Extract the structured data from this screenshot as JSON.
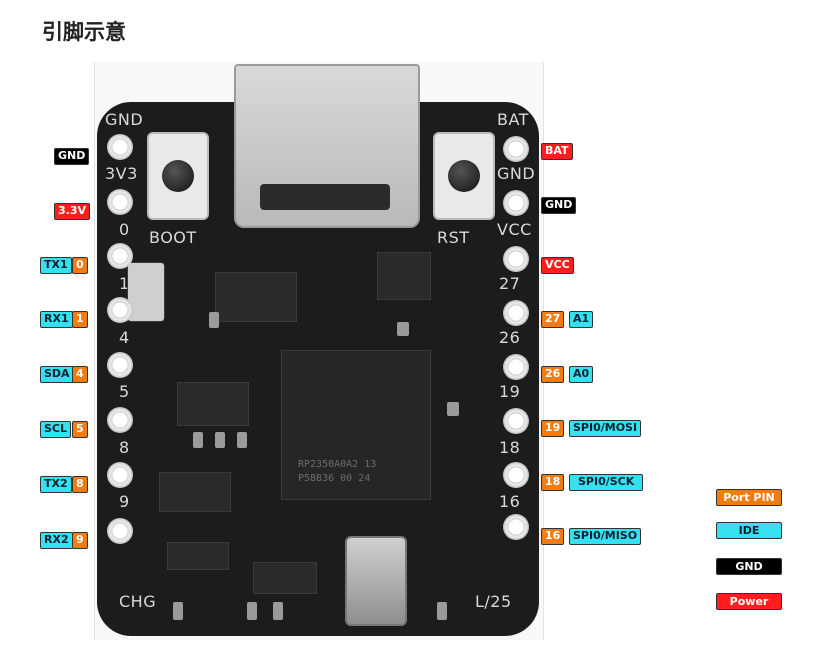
{
  "title": "引脚示意",
  "board": {
    "silk": {
      "gnd_top_left": "GND",
      "v3v3": "3V3",
      "p0": "0",
      "p1": "1",
      "p4": "4",
      "p5": "5",
      "p8": "8",
      "p9": "9",
      "boot": "BOOT",
      "rst": "RST",
      "bat": "BAT",
      "gnd_right": "GND",
      "vcc": "VCC",
      "p27": "27",
      "p26": "26",
      "p19": "19",
      "p18": "18",
      "p16": "16",
      "chg": "CHG",
      "l25": "L/25",
      "mcu_line1": "RP2350A0A2 13",
      "mcu_line2": "P58B36 00 24"
    }
  },
  "left_pins": [
    {
      "labels": [
        {
          "text": "GND",
          "color": "black"
        }
      ]
    },
    {
      "labels": [
        {
          "text": "3.3V",
          "color": "red"
        }
      ]
    },
    {
      "labels": [
        {
          "text": "TX1",
          "color": "cyan"
        },
        {
          "text": "0",
          "color": "orange"
        }
      ]
    },
    {
      "labels": [
        {
          "text": "RX1",
          "color": "cyan"
        },
        {
          "text": "1",
          "color": "orange"
        }
      ]
    },
    {
      "labels": [
        {
          "text": "SDA",
          "color": "cyan"
        },
        {
          "text": "4",
          "color": "orange"
        }
      ]
    },
    {
      "labels": [
        {
          "text": "SCL",
          "color": "cyan"
        },
        {
          "text": "5",
          "color": "orange"
        }
      ]
    },
    {
      "labels": [
        {
          "text": "TX2",
          "color": "cyan"
        },
        {
          "text": "8",
          "color": "orange"
        }
      ]
    },
    {
      "labels": [
        {
          "text": "RX2",
          "color": "cyan"
        },
        {
          "text": "9",
          "color": "orange"
        }
      ]
    }
  ],
  "right_pins": [
    {
      "labels": [
        {
          "text": "BAT",
          "color": "red"
        }
      ]
    },
    {
      "labels": [
        {
          "text": "GND",
          "color": "black"
        }
      ]
    },
    {
      "labels": [
        {
          "text": "VCC",
          "color": "red"
        }
      ]
    },
    {
      "labels": [
        {
          "text": "27",
          "color": "orange"
        },
        {
          "text": "A1",
          "color": "cyan"
        }
      ]
    },
    {
      "labels": [
        {
          "text": "26",
          "color": "orange"
        },
        {
          "text": "A0",
          "color": "cyan"
        }
      ]
    },
    {
      "labels": [
        {
          "text": "19",
          "color": "orange"
        },
        {
          "text": "SPI0/MOSI",
          "color": "cyan"
        }
      ]
    },
    {
      "labels": [
        {
          "text": "18",
          "color": "orange"
        },
        {
          "text": "SPI0/SCK",
          "color": "cyan"
        }
      ]
    },
    {
      "labels": [
        {
          "text": "16",
          "color": "orange"
        },
        {
          "text": "SPI0/MISO",
          "color": "cyan"
        }
      ]
    }
  ],
  "legend": [
    {
      "text": "Port PIN",
      "color": "orange"
    },
    {
      "text": "IDE",
      "color": "cyan"
    },
    {
      "text": "GND",
      "color": "black"
    },
    {
      "text": "Power",
      "color": "red"
    }
  ],
  "colors": {
    "black": "#000000",
    "red": "#ff1e1e",
    "orange": "#f07c12",
    "cyan": "#35e0f0"
  }
}
